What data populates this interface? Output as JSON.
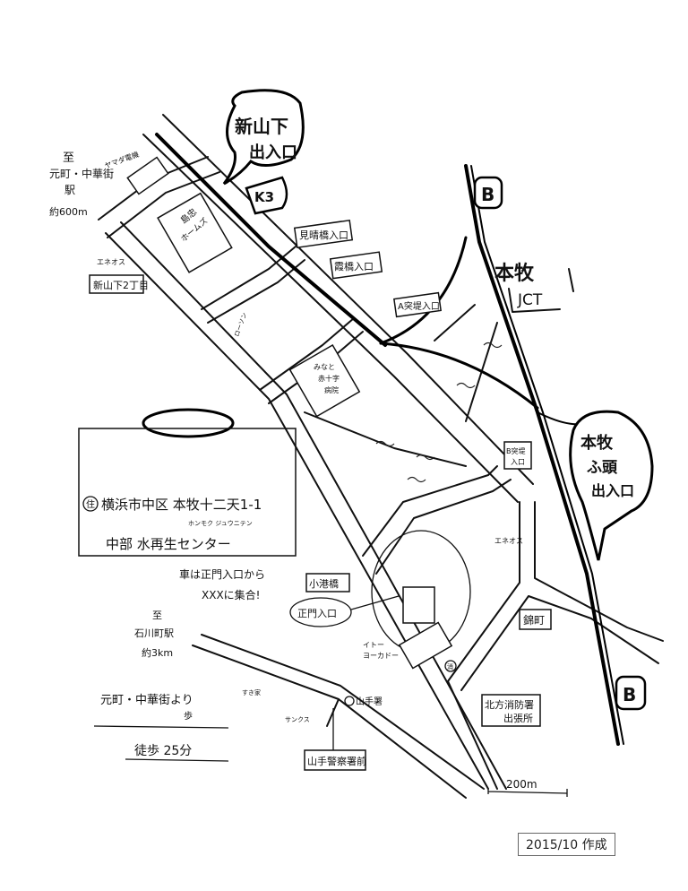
{
  "expressway_exit_shinyamashita": {
    "line1": "新山下",
    "line2": "出入口",
    "route": "K3"
  },
  "destination_motomachi": {
    "to": "至",
    "station": "元町・中華街",
    "suffix": "駅",
    "distance": "約600m"
  },
  "landmarks": {
    "yamada": "ヤマダ電機",
    "shimachu": {
      "line1": "島忠",
      "line2": "ホームズ"
    },
    "eneos_1": "エネオス",
    "shinyamashita_2": "新山下2丁目",
    "miharashi": "見晴橋入口",
    "kasumi": "霞橋入口",
    "lawson": "ローソン",
    "a_pier": "A突堤入口",
    "hospital": {
      "line1": "みなと",
      "line2": "赤十字",
      "line3": "病院"
    },
    "b_pier": {
      "line1": "B突堤",
      "line2": "入口"
    },
    "eneos_2": "エネオス",
    "nishikicho": "錦町",
    "fire_station": {
      "line1": "北方消防署",
      "line2": "出張所"
    },
    "fire_mark": "消",
    "kominato": "小港橋",
    "main_gate": "正門入口",
    "ito_yokado": {
      "line1": "イトー",
      "line2": "ヨーカドー"
    },
    "sukiya": "すき家",
    "yamate_police": "山手署",
    "sunkus": "サンクス",
    "yamate_police_front": "山手警察署前"
  },
  "honmoku_jct": {
    "line1": "本牧",
    "line2": "JCT"
  },
  "route_b": "B",
  "honmoku_futo_exit": {
    "line1": "本牧",
    "line2": "ふ頭",
    "line3": "出入口"
  },
  "address_box": {
    "mark": "住",
    "address": "横浜市中区 本牧十二天1-1",
    "reading": "ホンモク ジュウニテン",
    "facility": "中部 水再生センター"
  },
  "note": {
    "line1": "車は正門入口から",
    "line2": "XXXに集合!"
  },
  "destination_ishikawacho": {
    "to": "至",
    "station": "石川町駅",
    "distance": "約3km"
  },
  "walking": {
    "from": "元町・中華街より",
    "mode": "歩",
    "time": "徒歩 25分"
  },
  "scale": "200m",
  "created": "2015/10 作成"
}
